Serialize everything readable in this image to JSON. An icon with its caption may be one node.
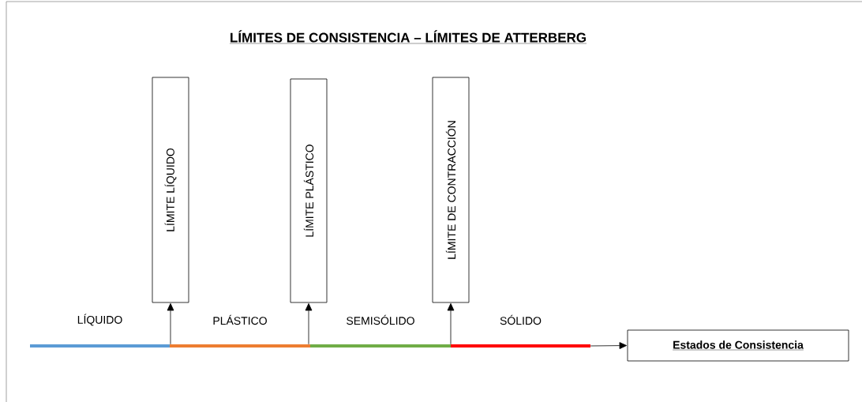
{
  "diagram": {
    "title": "LÍMITES DE CONSISTENCIA – LÍMITES DE ATTERBERG",
    "nodes": [
      {
        "text": [
          "LÍMITE LÍQUIDO"
        ]
      },
      {
        "text": [
          "LÍMITE PLÁSTICO"
        ]
      },
      {
        "text": [
          "LÍMITE DE CONTRACCIÓN"
        ]
      },
      {
        "text": [],
        "shape": "bar",
        "beside": [
          "LÍQUIDO"
        ]
      },
      {
        "text": [],
        "shape": "bar",
        "beside": [
          "PLÁSTICO"
        ]
      },
      {
        "text": [],
        "shape": "bar",
        "beside": [
          "SEMISÓLIDO"
        ]
      },
      {
        "text": [],
        "shape": "bar",
        "beside": [
          "SÓLIDO"
        ]
      },
      {
        "text": [
          "Estados de Consistencia"
        ]
      }
    ],
    "edges": [
      {
        "from": 3,
        "to": 0,
        "arrow": "to"
      },
      {
        "from": 4,
        "to": 1,
        "arrow": "to"
      },
      {
        "from": 6,
        "to": 2,
        "arrow": "to"
      },
      {
        "from": 6,
        "to": 7,
        "arrow": "to"
      }
    ]
  }
}
